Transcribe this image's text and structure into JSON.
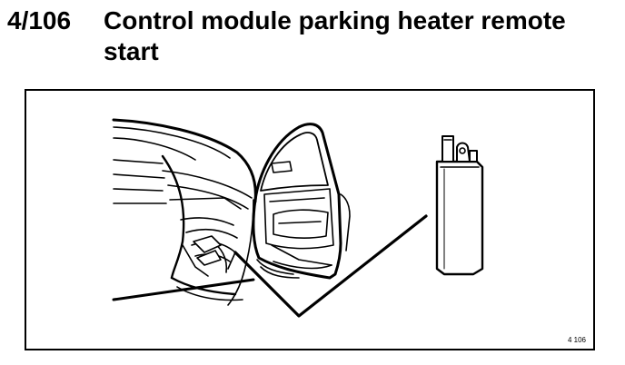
{
  "section": {
    "number": "4/106",
    "title": "Control module parking heater remote start"
  },
  "figure": {
    "code": "4 106",
    "icon": "car-door-with-control-module-illustration"
  }
}
